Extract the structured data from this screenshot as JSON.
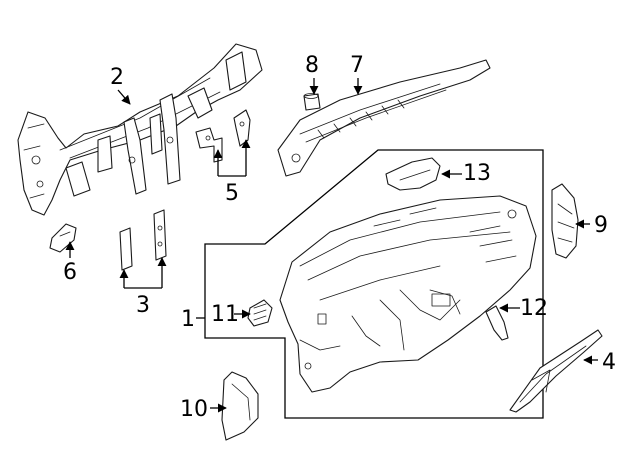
{
  "diagram": {
    "callouts": [
      {
        "id": "c1",
        "label": "1"
      },
      {
        "id": "c2",
        "label": "2"
      },
      {
        "id": "c3",
        "label": "3"
      },
      {
        "id": "c4",
        "label": "4"
      },
      {
        "id": "c5",
        "label": "5"
      },
      {
        "id": "c6",
        "label": "6"
      },
      {
        "id": "c7",
        "label": "7"
      },
      {
        "id": "c8",
        "label": "8"
      },
      {
        "id": "c9",
        "label": "9"
      },
      {
        "id": "c10",
        "label": "10"
      },
      {
        "id": "c11",
        "label": "11"
      },
      {
        "id": "c12",
        "label": "12"
      },
      {
        "id": "c13",
        "label": "13"
      }
    ]
  },
  "colors": {
    "line": "#1a1a1a",
    "background": "#ffffff"
  }
}
